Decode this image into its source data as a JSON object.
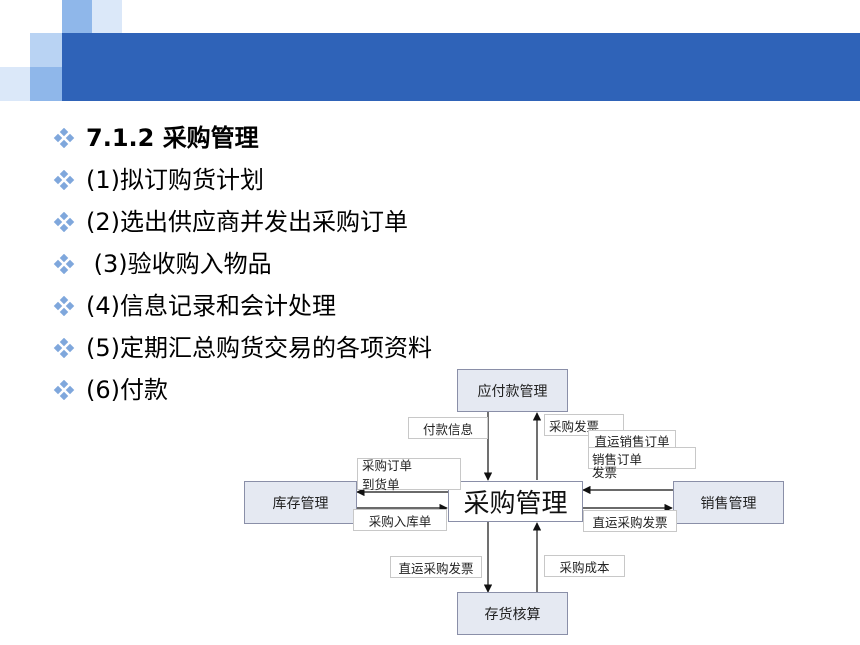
{
  "slide": {
    "bullets": [
      {
        "text": "7.1.2  采购管理"
      },
      {
        "text": "(1)拟订购货计划"
      },
      {
        "text": "(2)选出供应商并发出采购订单"
      },
      {
        "text": " (3)验收购入物品"
      },
      {
        "text": "(4)信息记录和会计处理"
      },
      {
        "text": "(5)定期汇总购货交易的各项资料"
      },
      {
        "text": "(6)付款"
      }
    ],
    "colors": {
      "header": "#2f63b8",
      "bullet": "#7fa7dc",
      "box_fill": "#e5e9f2"
    }
  },
  "diagram": {
    "center": "采购管理",
    "nodes": {
      "top": "应付款管理",
      "left": "库存管理",
      "right": "销售管理",
      "bottom": "存货核算"
    },
    "labels": {
      "payment_info": "付款信息",
      "purchase_invoice": "采购发票",
      "direct_sales_order": "直运销售订单",
      "sales_order_invoice_1": "销售订单",
      "sales_order_invoice_2": "发票",
      "purchase_order_1": "采购订单",
      "purchase_order_2": "到货单",
      "purchase_receipt": "采购入库单",
      "direct_purchase_invoice_right": "直运采购发票",
      "direct_purchase_invoice_bottom": "直运采购发票",
      "purchase_cost": "采购成本"
    }
  }
}
